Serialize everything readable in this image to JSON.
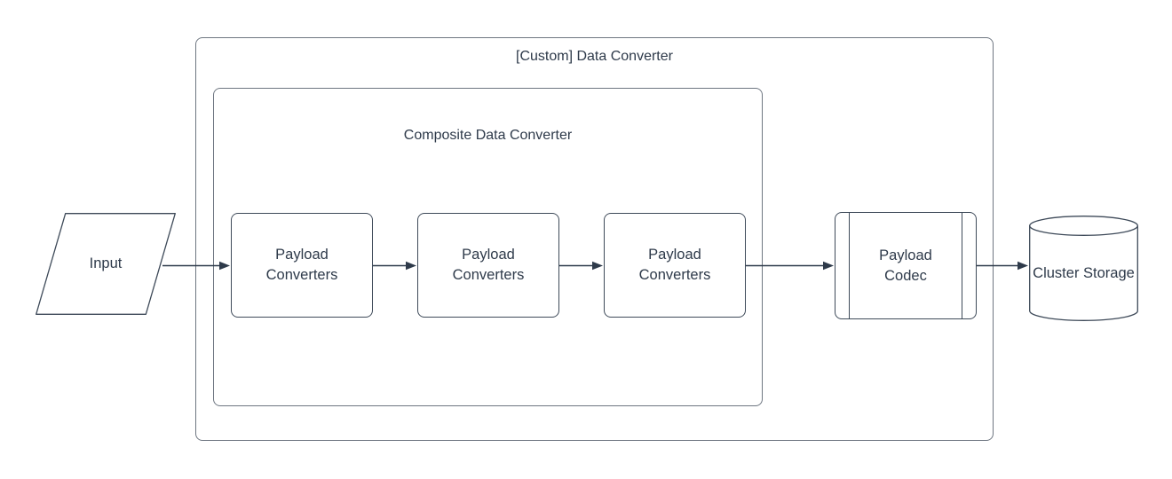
{
  "diagram": {
    "title": "[Custom] Data Converter",
    "composite": {
      "title": "Composite Data Converter"
    },
    "nodes": {
      "input": {
        "label": "Input",
        "shape": "parallelogram"
      },
      "payload_converters": [
        {
          "label": "Payload Converters"
        },
        {
          "label": "Payload Converters"
        },
        {
          "label": "Payload Converters"
        }
      ],
      "payload_codec": {
        "label": "Payload Codec",
        "shape": "predefined-process"
      },
      "cluster_storage": {
        "label": "Cluster Storage",
        "shape": "cylinder"
      }
    },
    "connectors": {
      "count": 5,
      "style": "solid-line-filled-arrowhead"
    },
    "colors": {
      "text": "#2E3A4A",
      "shape_stroke": "#3E4A59",
      "container_stroke": "#6E7681",
      "arrow": "#2E3A4A",
      "background": "#FFFFFF"
    }
  }
}
